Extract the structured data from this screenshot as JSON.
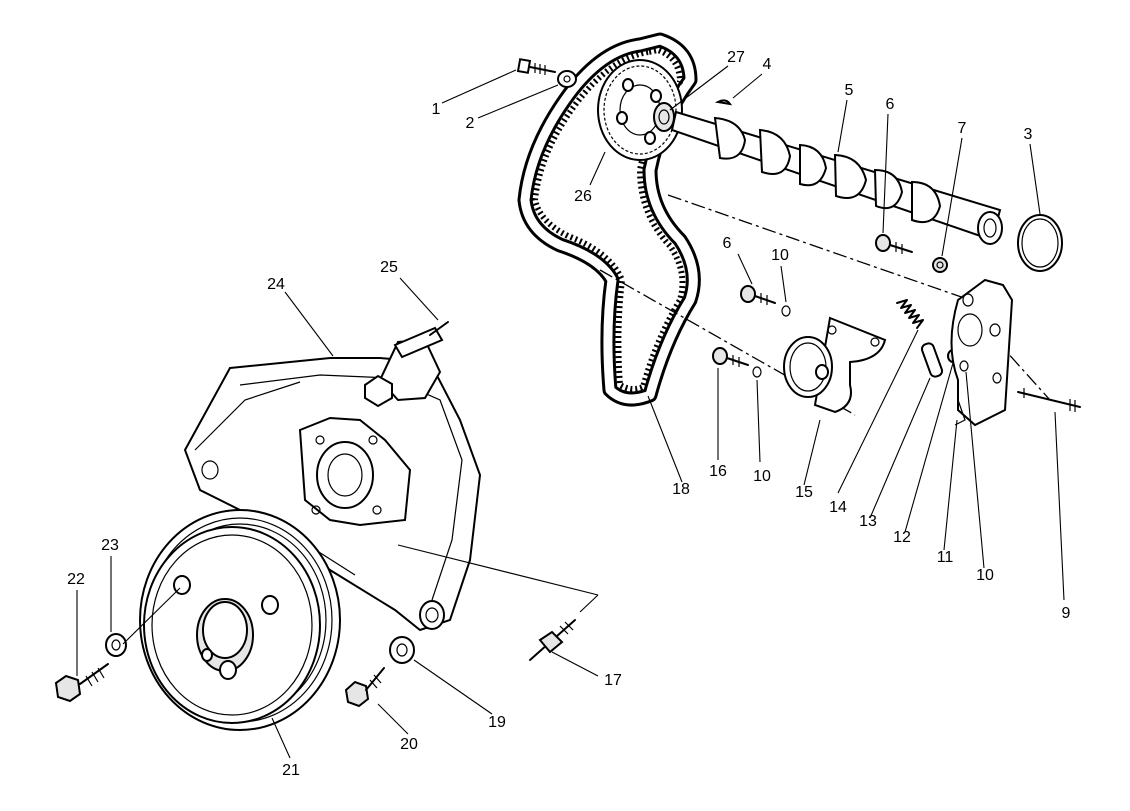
{
  "callouts": [
    {
      "id": "c1",
      "label": "1"
    },
    {
      "id": "c2",
      "label": "2"
    },
    {
      "id": "c27",
      "label": "27"
    },
    {
      "id": "c4",
      "label": "4"
    },
    {
      "id": "c5",
      "label": "5"
    },
    {
      "id": "c6a",
      "label": "6"
    },
    {
      "id": "c7",
      "label": "7"
    },
    {
      "id": "c3",
      "label": "3"
    },
    {
      "id": "c26",
      "label": "26"
    },
    {
      "id": "c6b",
      "label": "6"
    },
    {
      "id": "c10a",
      "label": "10"
    },
    {
      "id": "c16",
      "label": "16"
    },
    {
      "id": "c10b",
      "label": "10"
    },
    {
      "id": "c15",
      "label": "15"
    },
    {
      "id": "c14",
      "label": "14"
    },
    {
      "id": "c13",
      "label": "13"
    },
    {
      "id": "c12",
      "label": "12"
    },
    {
      "id": "c11",
      "label": "11"
    },
    {
      "id": "c10c",
      "label": "10"
    },
    {
      "id": "c9",
      "label": "9"
    },
    {
      "id": "c18",
      "label": "18"
    },
    {
      "id": "c25",
      "label": "25"
    },
    {
      "id": "c24",
      "label": "24"
    },
    {
      "id": "c23",
      "label": "23"
    },
    {
      "id": "c22",
      "label": "22"
    },
    {
      "id": "c21",
      "label": "21"
    },
    {
      "id": "c20",
      "label": "20"
    },
    {
      "id": "c19",
      "label": "19"
    },
    {
      "id": "c17",
      "label": "17"
    }
  ]
}
